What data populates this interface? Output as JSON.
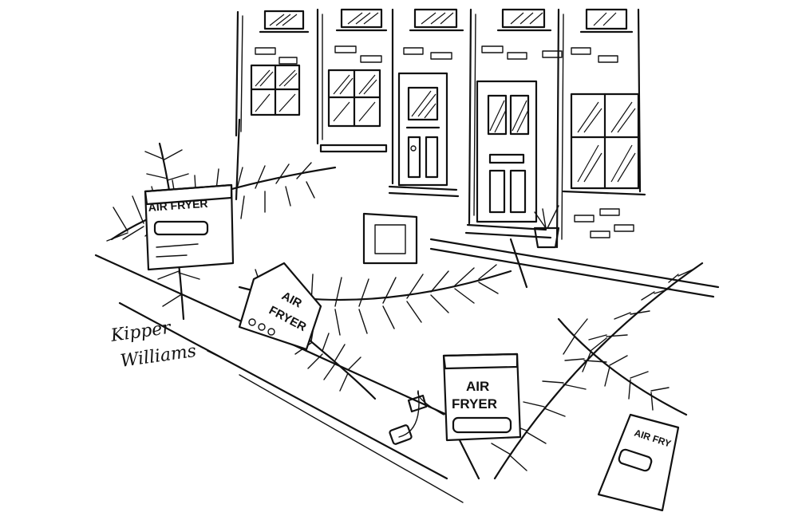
{
  "cartoon": {
    "labels": {
      "fryer_left": "AIR FRYER",
      "fryer_middle_line1": "AIR",
      "fryer_middle_line2": "FRYER",
      "fryer_front_line1": "AIR",
      "fryer_front_line2": "FRYER",
      "fryer_right": "AIR FRY"
    },
    "signature_line1": "Kipper",
    "signature_line2": "Williams"
  }
}
